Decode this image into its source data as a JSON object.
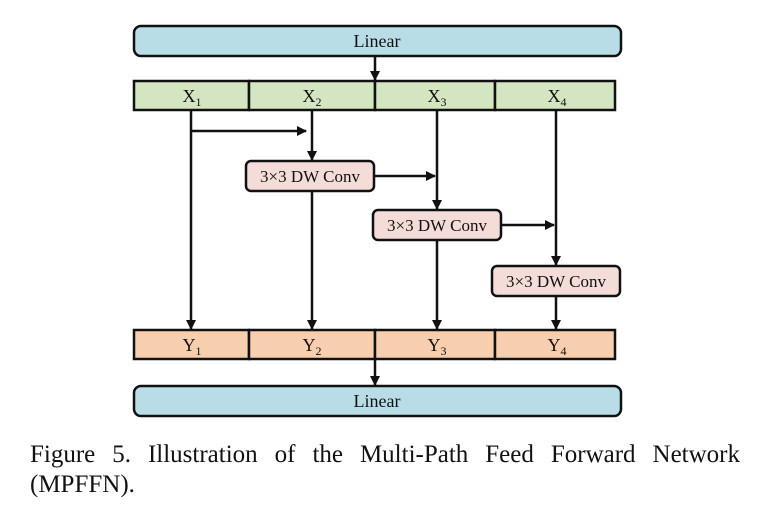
{
  "diagram": {
    "linear_top": "Linear",
    "linear_bottom": "Linear",
    "inputs": [
      {
        "main": "X",
        "sub": "1"
      },
      {
        "main": "X",
        "sub": "2"
      },
      {
        "main": "X",
        "sub": "3"
      },
      {
        "main": "X",
        "sub": "4"
      }
    ],
    "outputs": [
      {
        "main": "Y",
        "sub": "1"
      },
      {
        "main": "Y",
        "sub": "2"
      },
      {
        "main": "Y",
        "sub": "3"
      },
      {
        "main": "Y",
        "sub": "4"
      }
    ],
    "convs": [
      "3×3 DW Conv",
      "3×3 DW Conv",
      "3×3 DW Conv"
    ],
    "colors": {
      "linear_fill": "#b9dde6",
      "input_fill": "#d3e6c1",
      "conv_fill": "#f4dcd8",
      "output_fill": "#f8cfae",
      "stroke": "#111111"
    }
  },
  "caption": "Figure 5.  Illustration of the Multi-Path Feed Forward Network (MPFFN)."
}
